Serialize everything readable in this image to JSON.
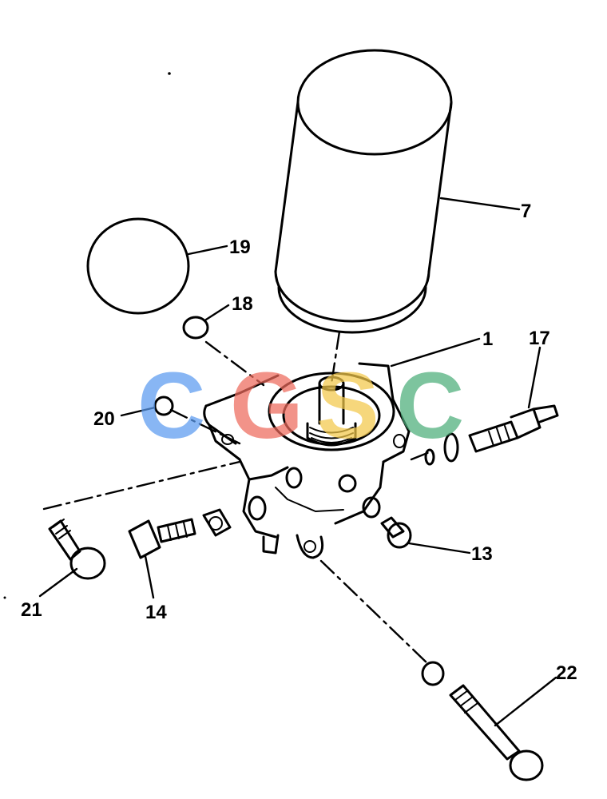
{
  "diagram": {
    "callouts": [
      {
        "id": "7",
        "label": "7"
      },
      {
        "id": "19",
        "label": "19"
      },
      {
        "id": "18",
        "label": "18"
      },
      {
        "id": "1",
        "label": "1"
      },
      {
        "id": "17",
        "label": "17"
      },
      {
        "id": "20",
        "label": "20"
      },
      {
        "id": "13",
        "label": "13"
      },
      {
        "id": "21",
        "label": "21"
      },
      {
        "id": "14",
        "label": "14"
      },
      {
        "id": "22",
        "label": "22"
      }
    ]
  },
  "watermark": {
    "letters": [
      "C",
      "G",
      "S",
      "C"
    ],
    "colors": [
      "#5b9bf0",
      "#ee6a5c",
      "#f3c84a",
      "#4cae7a"
    ]
  }
}
